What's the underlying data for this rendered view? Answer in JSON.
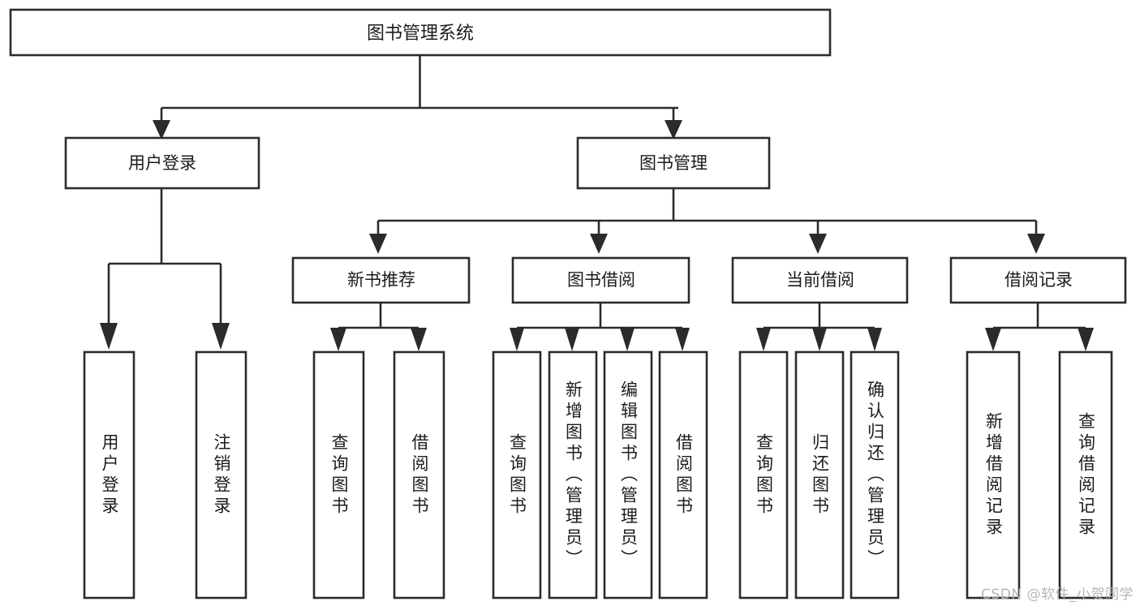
{
  "diagram": {
    "type": "tree",
    "title_node": {
      "label": "图书管理系统"
    },
    "level2": [
      {
        "id": "user-login",
        "label": "用户登录"
      },
      {
        "id": "book-manage",
        "label": "图书管理"
      }
    ],
    "level3": [
      {
        "id": "new-book-recommend",
        "label": "新书推荐"
      },
      {
        "id": "book-borrow",
        "label": "图书借阅"
      },
      {
        "id": "current-borrow",
        "label": "当前借阅"
      },
      {
        "id": "borrow-record",
        "label": "借阅记录"
      }
    ],
    "leaves": {
      "user_login": [
        {
          "id": "leaf-user-login",
          "label": "用户登录"
        },
        {
          "id": "leaf-logout-login",
          "label": "注销登录"
        }
      ],
      "new_book_recommend": [
        {
          "id": "leaf-query-book-1",
          "label": "查询图书"
        },
        {
          "id": "leaf-borrow-book-1",
          "label": "借阅图书"
        }
      ],
      "book_borrow": [
        {
          "id": "leaf-query-book-2",
          "label": "查询图书"
        },
        {
          "id": "leaf-add-book-admin",
          "label": "新增图书（管理员）"
        },
        {
          "id": "leaf-edit-book-admin",
          "label": "编辑图书（管理员）"
        },
        {
          "id": "leaf-borrow-book-2",
          "label": "借阅图书"
        }
      ],
      "current_borrow": [
        {
          "id": "leaf-query-book-3",
          "label": "查询图书"
        },
        {
          "id": "leaf-return-book",
          "label": "归还图书"
        },
        {
          "id": "leaf-confirm-return-admin",
          "label": "确认归还（管理员）"
        }
      ],
      "borrow_record": [
        {
          "id": "leaf-add-borrow-record",
          "label": "新增借阅记录"
        },
        {
          "id": "leaf-query-borrow-record",
          "label": "查询借阅记录"
        }
      ]
    }
  },
  "watermark": {
    "text": "CSDN @软件_小贺同学"
  },
  "colors": {
    "stroke": "#2b2b2b",
    "text": "#1c1c1c",
    "background": "#ffffff",
    "watermark": "#b5b5b5"
  }
}
